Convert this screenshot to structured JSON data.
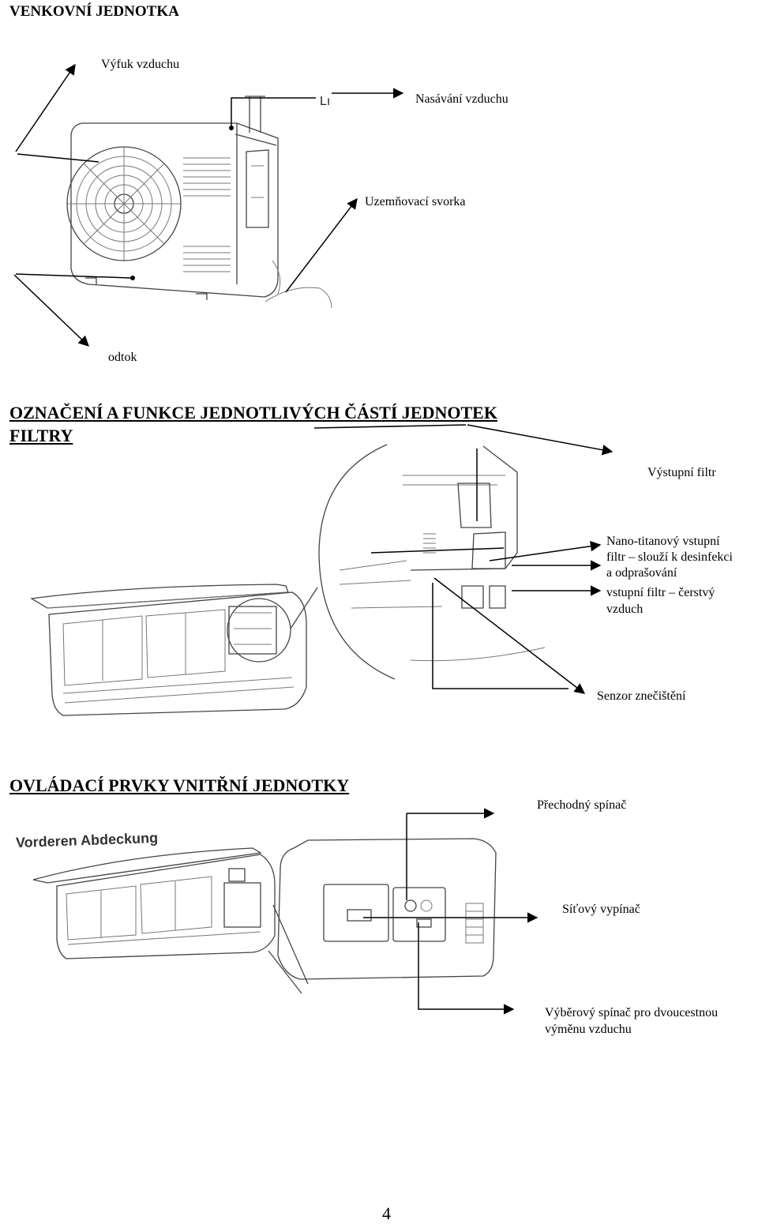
{
  "outdoor": {
    "heading": "VENKOVNÍ JEDNOTKA",
    "labels": {
      "air_exhaust": "Výfuk vzduchu",
      "air_intake": "Nasávání vzduchu",
      "ground_terminal": "Uzemňovací svorka",
      "drain": "odtok"
    },
    "unit_mark": "Lı"
  },
  "filters": {
    "heading": "OZNAČENÍ A FUNKCE JEDNOTLIVÝCH ČÁSTÍ JEDNOTEK",
    "subheading": "FILTRY",
    "labels": {
      "outlet_filter": "Výstupní filtr",
      "nano_line1": "Nano-titanový vstupní",
      "nano_line2": "filtr – slouží k desinfekci",
      "nano_line3": "a odprašování",
      "fresh_line1": "vstupní filtr – čerstvý",
      "fresh_line2": "vzduch",
      "pollution_sensor": "Senzor znečištění"
    }
  },
  "controls": {
    "heading": "OVLÁDACÍ PRVKY VNITŘNÍ JEDNOTKY",
    "panel_caption": "Vorderen Abdeckung",
    "labels": {
      "transition_switch": "Přechodný spínač",
      "mains_switch": "Síťový vypínač",
      "selector_line1": "Výběrový spínač pro dvoucestnou",
      "selector_line2": "výměnu vzduchu"
    }
  },
  "page_number": "4"
}
